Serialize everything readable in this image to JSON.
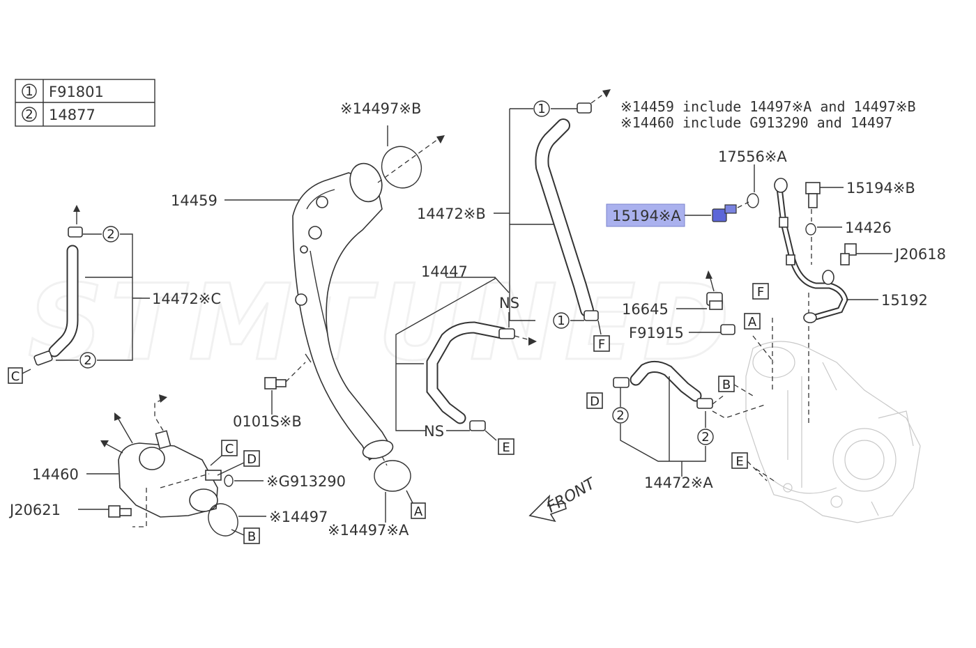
{
  "legend": {
    "rows": [
      {
        "marker": "1",
        "part": "F91801"
      },
      {
        "marker": "2",
        "part": "14877"
      }
    ]
  },
  "notes": [
    "※14459 include 14497※A and 14497※B",
    "※14460 include G913290 and 14497"
  ],
  "watermark": "STMTUNED",
  "front_label": "FRONT",
  "highlight_color": "#aab1ee",
  "labels": {
    "p14497B": "※14497※B",
    "p14459": "14459",
    "p14472B": "14472※B",
    "p14472C": "14472※C",
    "p14447": "14447",
    "p0101SB": "0101S※B",
    "p14460": "14460",
    "pJ20621": "J20621",
    "pG913290": "※G913290",
    "p14497": "※14497",
    "p14497A": "※14497※A",
    "p17556A": "17556※A",
    "p15194A": "15194※A",
    "p15194B": "15194※B",
    "p14426": "14426",
    "pJ20618": "J20618",
    "p15192": "15192",
    "p16645": "16645",
    "pF91915": "F91915",
    "p14472A": "14472※A",
    "ns1": "NS",
    "ns2": "NS"
  },
  "markers": {
    "one": "1",
    "two": "2"
  },
  "connectors": {
    "A": "A",
    "B": "B",
    "C": "C",
    "D": "D",
    "E": "E",
    "F": "F"
  }
}
